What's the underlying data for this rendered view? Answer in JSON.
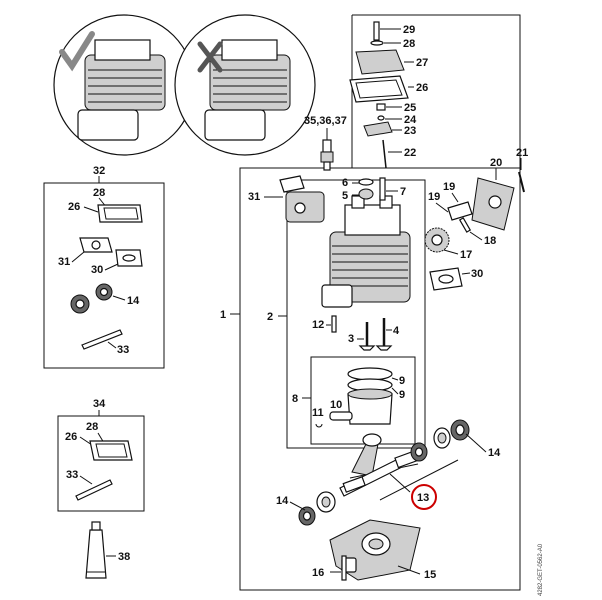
{
  "labels": {
    "l1": "1",
    "l2": "2",
    "l3": "3",
    "l4": "4",
    "l5": "5",
    "l6": "6",
    "l7": "7",
    "l8": "8",
    "l9a": "9",
    "l9b": "9",
    "l10": "10",
    "l11": "11",
    "l12": "12",
    "l13": "13",
    "l14a": "14",
    "l14b": "14",
    "l15": "15",
    "l16": "16",
    "l17": "17",
    "l18": "18",
    "l19": "19",
    "l20": "20",
    "l21": "21",
    "l22": "22",
    "l23": "23",
    "l24": "24",
    "l25": "25",
    "l26": "26",
    "l27": "27",
    "l28": "28",
    "l29": "29",
    "l30": "30",
    "l31": "31",
    "l35": "35,36,37",
    "k32": "32",
    "k28": "28",
    "k26": "26",
    "k31": "31",
    "k30": "30",
    "k14": "14",
    "k33": "33",
    "m34": "34",
    "m28": "28",
    "m26": "26",
    "m33": "33",
    "l38": "38"
  },
  "drawing_code": "4282-GET-0562-A0",
  "colors": {
    "highlight_circle": "#cc0000",
    "check_mark": "#888888",
    "cross_mark": "#555555"
  },
  "icons": {
    "ok_example": "check-mark-icon",
    "wrong_example": "cross-mark-icon"
  }
}
